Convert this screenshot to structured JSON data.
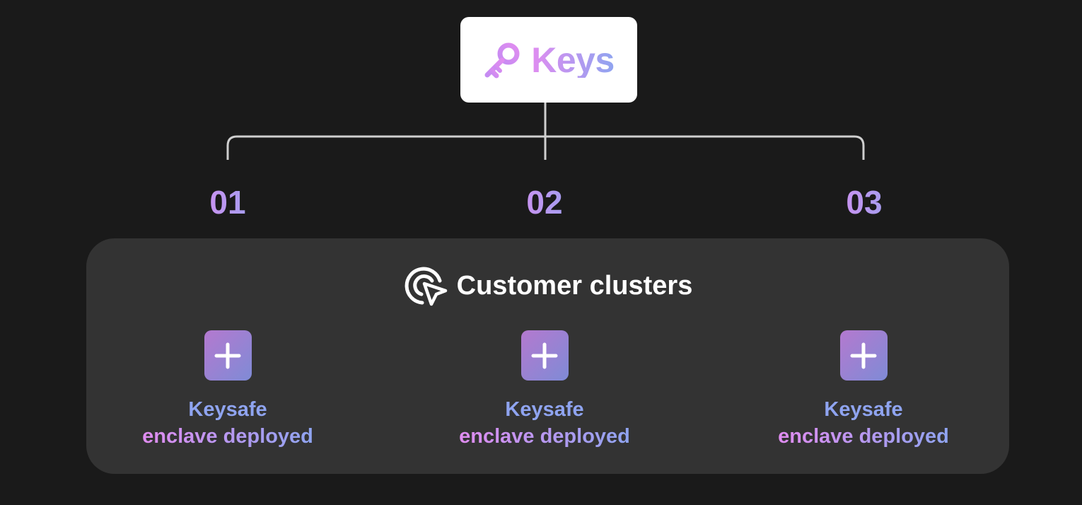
{
  "root": {
    "label": "Keys",
    "icon": "key-icon"
  },
  "branches": [
    {
      "number": "01"
    },
    {
      "number": "02"
    },
    {
      "number": "03"
    }
  ],
  "clusters": {
    "title": "Customer clusters",
    "icon": "cursor-click-icon",
    "items": [
      {
        "icon": "plus-icon",
        "line1": "Keysafe",
        "line2": "enclave deployed"
      },
      {
        "icon": "plus-icon",
        "line1": "Keysafe",
        "line2": "enclave deployed"
      },
      {
        "icon": "plus-icon",
        "line1": "Keysafe",
        "line2": "enclave deployed"
      }
    ]
  },
  "colors": {
    "background": "#1a1a1a",
    "panel": "#333333",
    "gradient_start": "#e08cf0",
    "gradient_end": "#8fa4f0",
    "connector": "#cfcfcf"
  }
}
